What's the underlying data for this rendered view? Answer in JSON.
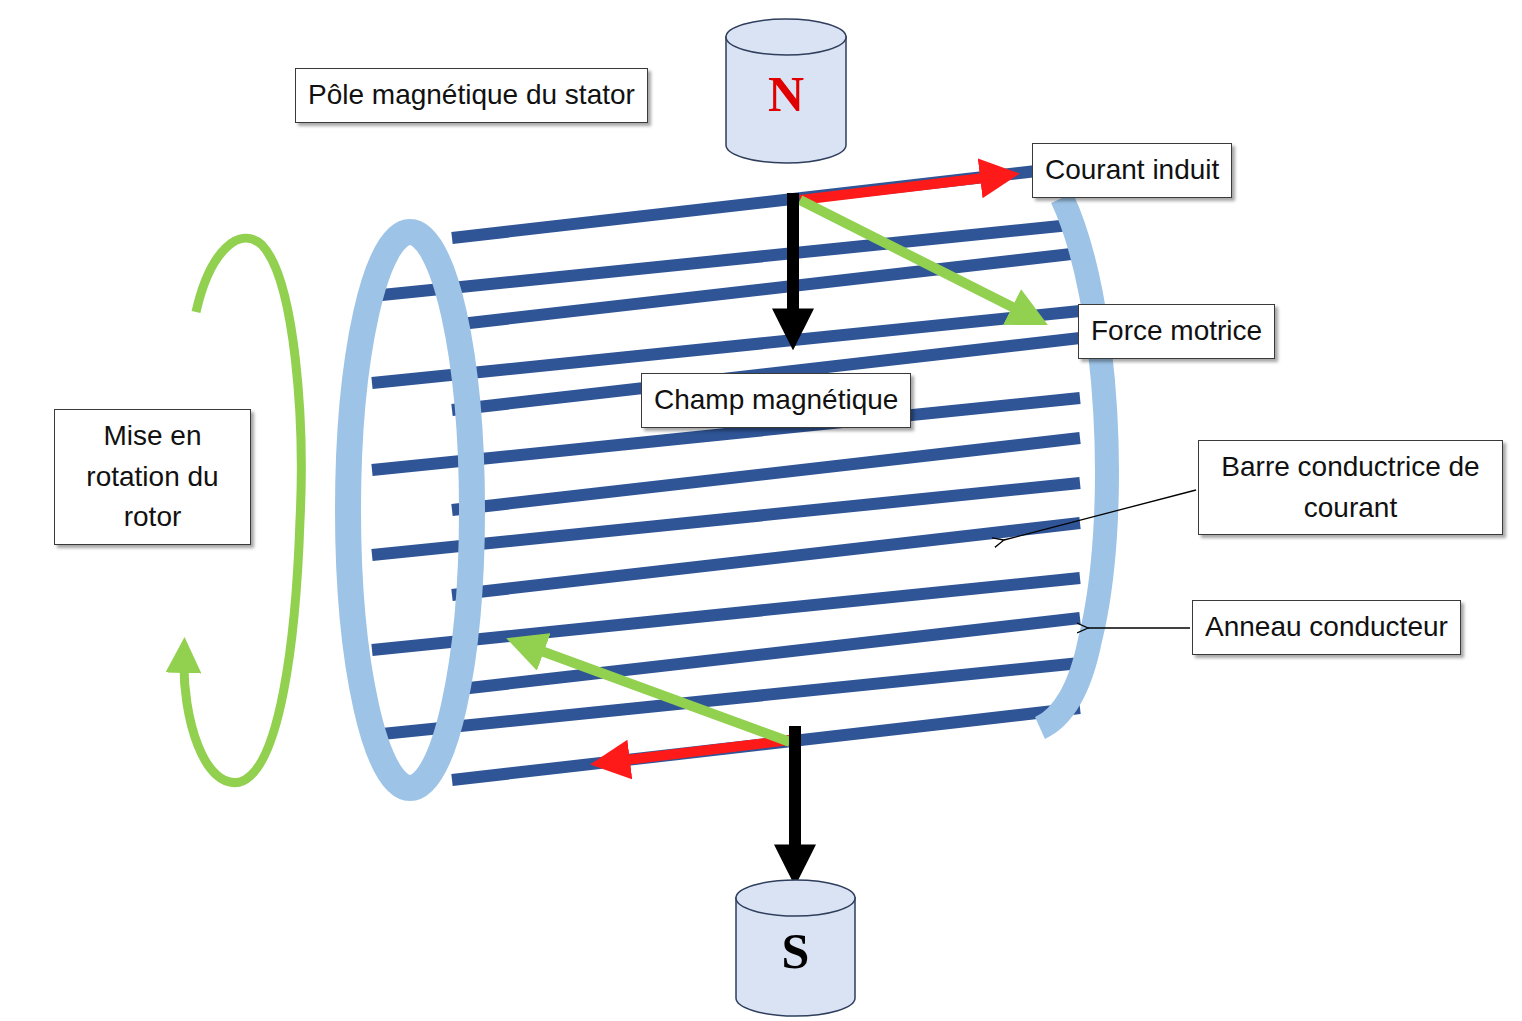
{
  "diagram": {
    "nodes": [
      {
        "text": [
          "Pôle magnétique du stator"
        ]
      },
      {
        "text": [
          "N"
        ]
      },
      {
        "text": [
          "Courant induit"
        ]
      },
      {
        "text": [
          "Force motrice"
        ]
      },
      {
        "text": [
          "Champ magnétique"
        ]
      },
      {
        "text": [
          "Mise en rotation du rotor"
        ]
      },
      {
        "text": [
          "Barre conductrice de courant"
        ]
      },
      {
        "text": [
          "Anneau conducteur"
        ]
      },
      {
        "text": [
          "S"
        ]
      }
    ]
  }
}
